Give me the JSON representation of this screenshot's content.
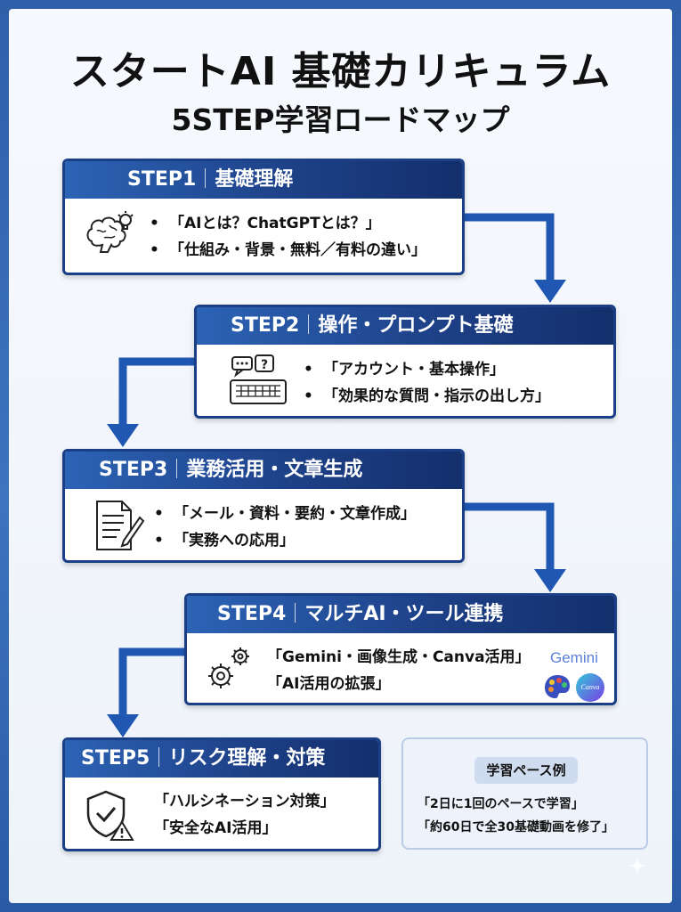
{
  "title": "スタートAI 基礎カリキュラム",
  "subtitle": "5STEP学習ロードマップ",
  "steps": [
    {
      "label": "STEP1",
      "name": "基礎理解",
      "icon": "brain-lightbulb-icon",
      "bullets": [
        "「AIとは？ChatGPTとは？」",
        "「仕組み・背景・無料／有料の違い」"
      ]
    },
    {
      "label": "STEP2",
      "name": "操作・プロンプト基礎",
      "icon": "keyboard-chat-icon",
      "bullets": [
        "「アカウント・基本操作」",
        "「効果的な質問・指示の出し方」"
      ]
    },
    {
      "label": "STEP3",
      "name": "業務活用・文章生成",
      "icon": "document-pen-icon",
      "bullets": [
        "「メール・資料・要約・文章作成」",
        "「実務への応用」"
      ]
    },
    {
      "label": "STEP4",
      "name": "マルチAI・ツール連携",
      "icon": "gears-icon",
      "bullets": [
        "「Gemini・画像生成・Canva活用」",
        "「AI活用の拡張」"
      ],
      "logos": {
        "gemini": "Gemini",
        "canva": "Canva"
      }
    },
    {
      "label": "STEP5",
      "name": "リスク理解・対策",
      "icon": "shield-warning-icon",
      "bullets": [
        "「ハルシネーション対策」",
        "「安全なAI活用」"
      ]
    }
  ],
  "pace": {
    "title": "学習ペース例",
    "lines": [
      "「2日に1回のペースで学習」",
      "「約60日で全30基礎動画を修了」"
    ]
  },
  "colors": {
    "accent": "#1a3f86",
    "arrow": "#1f57b3"
  }
}
